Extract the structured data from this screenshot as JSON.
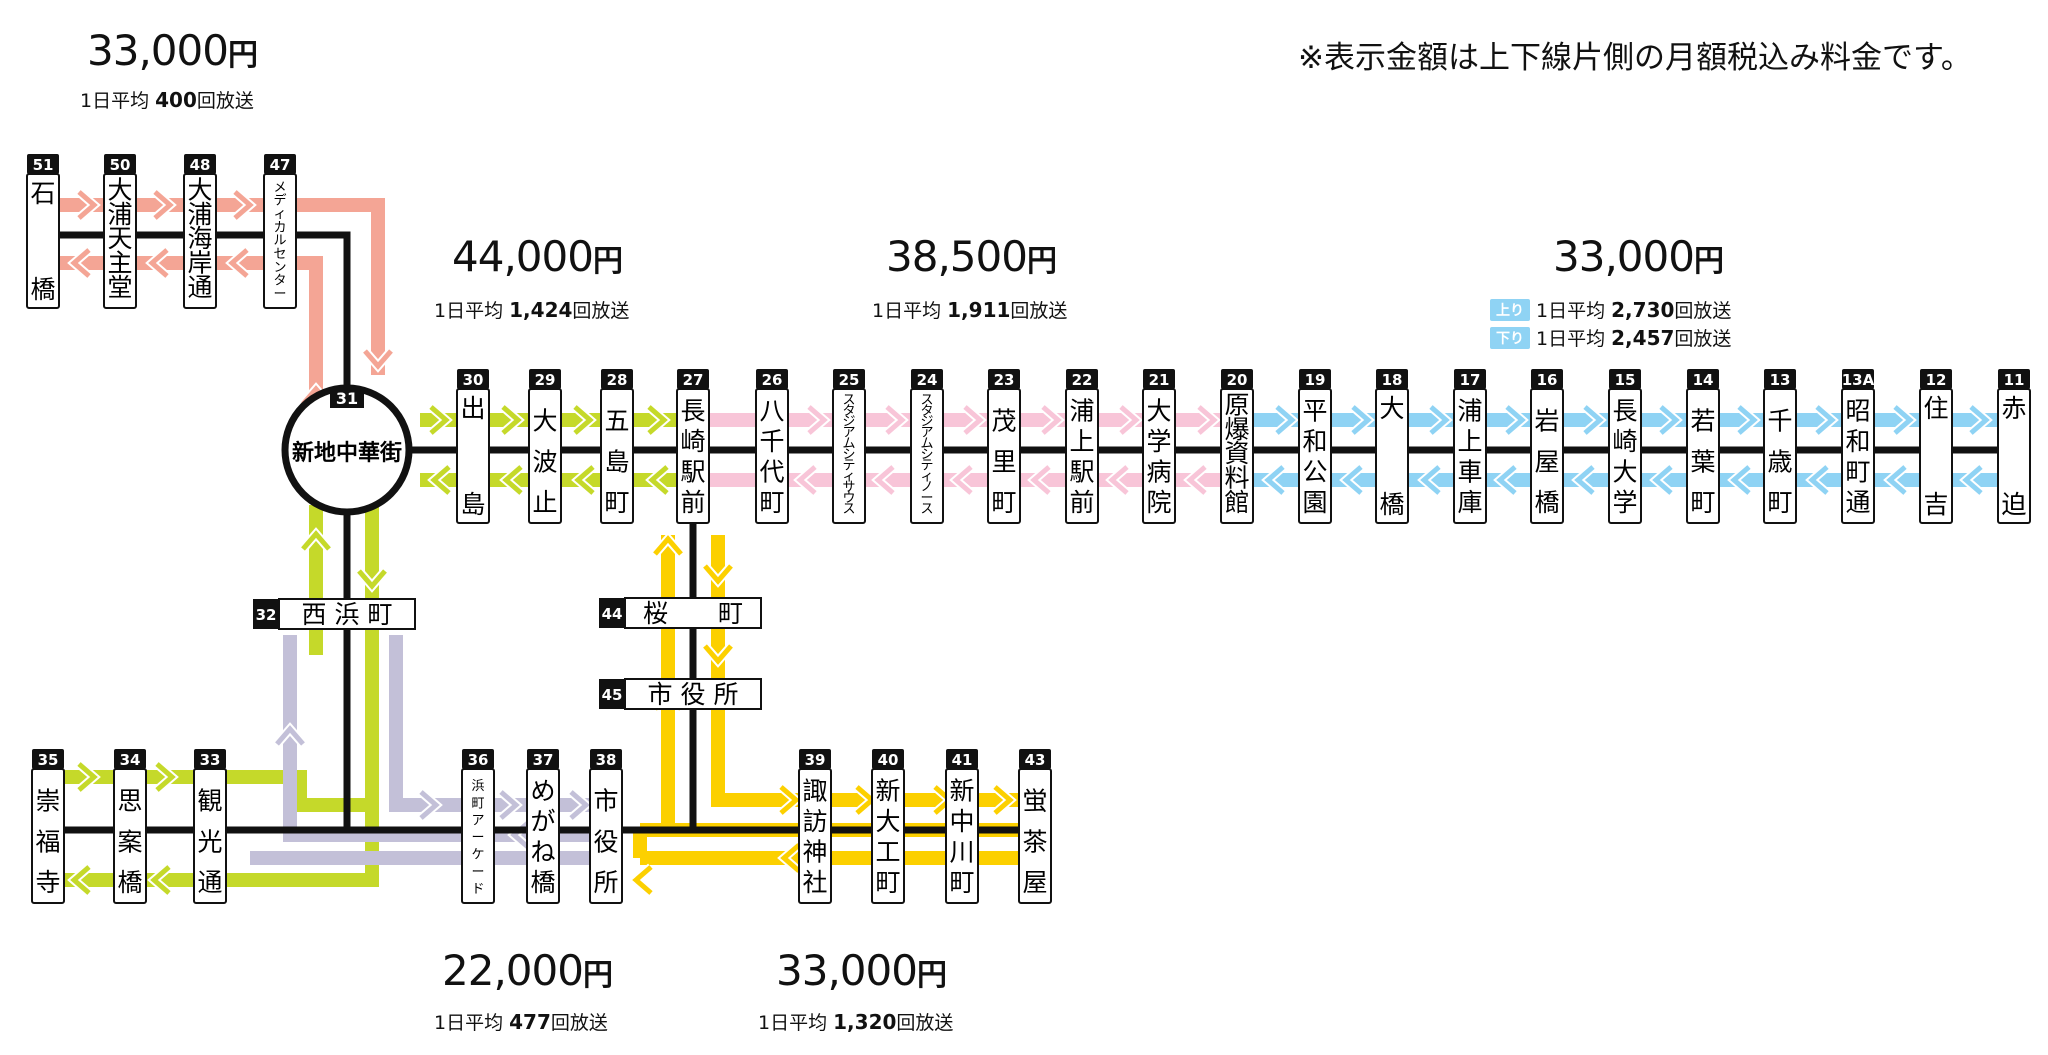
{
  "note": "※表示金額は上下線片側の月額税込み料金です。",
  "colors": {
    "pink": "#f4a595",
    "green": "#c5d92a",
    "lightpink": "#f8c5d8",
    "blue": "#8fd3f4",
    "lavender": "#c3c0d8",
    "yellow": "#fcd000",
    "line": "#111111"
  },
  "sections": {
    "s1": {
      "price": "33,000",
      "yen": "円",
      "daily_prefix": "1日平均",
      "daily": "400",
      "daily_suffix": "回放送"
    },
    "s2": {
      "price": "44,000",
      "yen": "円",
      "daily_prefix": "1日平均",
      "daily": "1,424",
      "daily_suffix": "回放送"
    },
    "s3": {
      "price": "38,500",
      "yen": "円",
      "daily_prefix": "1日平均",
      "daily": "1,911",
      "daily_suffix": "回放送"
    },
    "s4": {
      "price": "33,000",
      "yen": "円",
      "up_label": "上り",
      "up_prefix": "1日平均",
      "up_daily": "2,730",
      "up_suffix": "回放送",
      "down_label": "下り",
      "down_prefix": "1日平均",
      "down_daily": "2,457",
      "down_suffix": "回放送"
    },
    "s5": {
      "price": "22,000",
      "yen": "円",
      "daily_prefix": "1日平均",
      "daily": "477",
      "daily_suffix": "回放送"
    },
    "s6": {
      "price": "33,000",
      "yen": "円",
      "daily_prefix": "1日平均",
      "daily": "1,320",
      "daily_suffix": "回放送"
    }
  },
  "hub": {
    "num": "31",
    "name": "新地中華街"
  },
  "stations": [
    {
      "num": "51",
      "name": "石　橋"
    },
    {
      "num": "50",
      "name": "大浦天主堂"
    },
    {
      "num": "48",
      "name": "大浦海岸通"
    },
    {
      "num": "47",
      "name": "メディカルセンター"
    },
    {
      "num": "30",
      "name": "出　島"
    },
    {
      "num": "29",
      "name": "大波止"
    },
    {
      "num": "28",
      "name": "五島町"
    },
    {
      "num": "27",
      "name": "長崎駅前"
    },
    {
      "num": "26",
      "name": "八千代町"
    },
    {
      "num": "25",
      "name": "スタジアムシティサウス"
    },
    {
      "num": "24",
      "name": "スタジアムシティノース"
    },
    {
      "num": "23",
      "name": "茂里町"
    },
    {
      "num": "22",
      "name": "浦上駅前"
    },
    {
      "num": "21",
      "name": "大学病院"
    },
    {
      "num": "20",
      "name": "原爆資料館"
    },
    {
      "num": "19",
      "name": "平和公園"
    },
    {
      "num": "18",
      "name": "大　橋"
    },
    {
      "num": "17",
      "name": "浦上車庫"
    },
    {
      "num": "16",
      "name": "岩屋橋"
    },
    {
      "num": "15",
      "name": "長崎大学"
    },
    {
      "num": "14",
      "name": "若葉町"
    },
    {
      "num": "13",
      "name": "千歳町"
    },
    {
      "num": "13A",
      "name": "昭和町通"
    },
    {
      "num": "12",
      "name": "住　吉"
    },
    {
      "num": "11",
      "name": "赤　迫"
    },
    {
      "num": "35",
      "name": "崇福寺"
    },
    {
      "num": "34",
      "name": "思案橋"
    },
    {
      "num": "33",
      "name": "観光通"
    },
    {
      "num": "36",
      "name": "浜町アーケード"
    },
    {
      "num": "37",
      "name": "めがね橋"
    },
    {
      "num": "38",
      "name": "市役所"
    },
    {
      "num": "39",
      "name": "諏訪神社"
    },
    {
      "num": "40",
      "name": "新大工町"
    },
    {
      "num": "41",
      "name": "新中川町"
    },
    {
      "num": "43",
      "name": "蛍茶屋"
    }
  ],
  "h_stations": [
    {
      "num": "32",
      "name": "西 浜 町"
    },
    {
      "num": "44",
      "name": "桜　　町"
    },
    {
      "num": "45",
      "name": "市 役 所"
    }
  ]
}
